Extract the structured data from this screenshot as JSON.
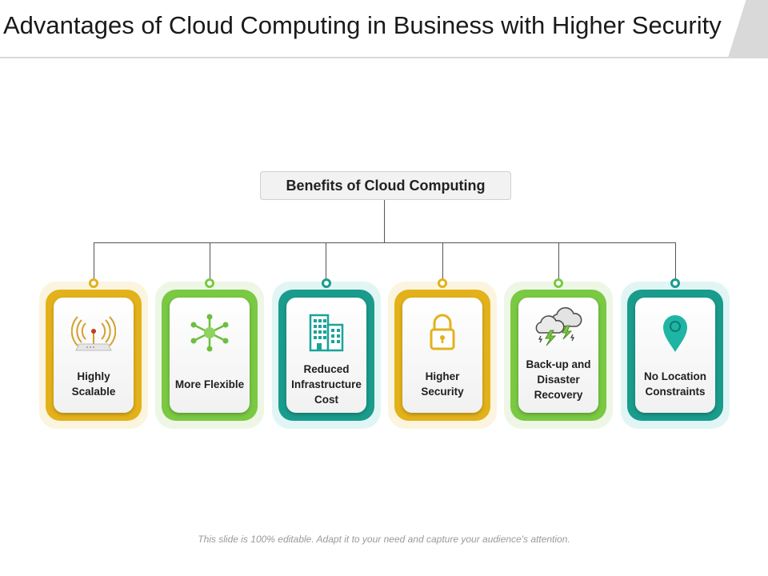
{
  "title": "Advantages of Cloud Computing in Business with Higher Security",
  "root_label": "Benefits of Cloud Computing",
  "cards": [
    {
      "label": "Highly Scalable",
      "icon": "wifi-router-icon",
      "color": "#e3b21b",
      "halo": "#fbf4df"
    },
    {
      "label": "More Flexible",
      "icon": "network-hub-icon",
      "color": "#7ac943",
      "halo": "#eef6e5"
    },
    {
      "label": "Reduced Infrastructure Cost",
      "icon": "office-buildings-icon",
      "color": "#1a9c8c",
      "halo": "#e1f5f5"
    },
    {
      "label": "Higher Security",
      "icon": "padlock-icon",
      "color": "#e3b21b",
      "halo": "#fbf4df"
    },
    {
      "label": "Back-up and Disaster Recovery",
      "icon": "storm-cloud-icon",
      "color": "#7ac943",
      "halo": "#eef6e5"
    },
    {
      "label": "No Location Constraints",
      "icon": "location-pin-icon",
      "color": "#1a9c8c",
      "halo": "#e1f5f5"
    }
  ],
  "footer": "This slide is 100% editable. Adapt it to your need and capture your audience's attention."
}
